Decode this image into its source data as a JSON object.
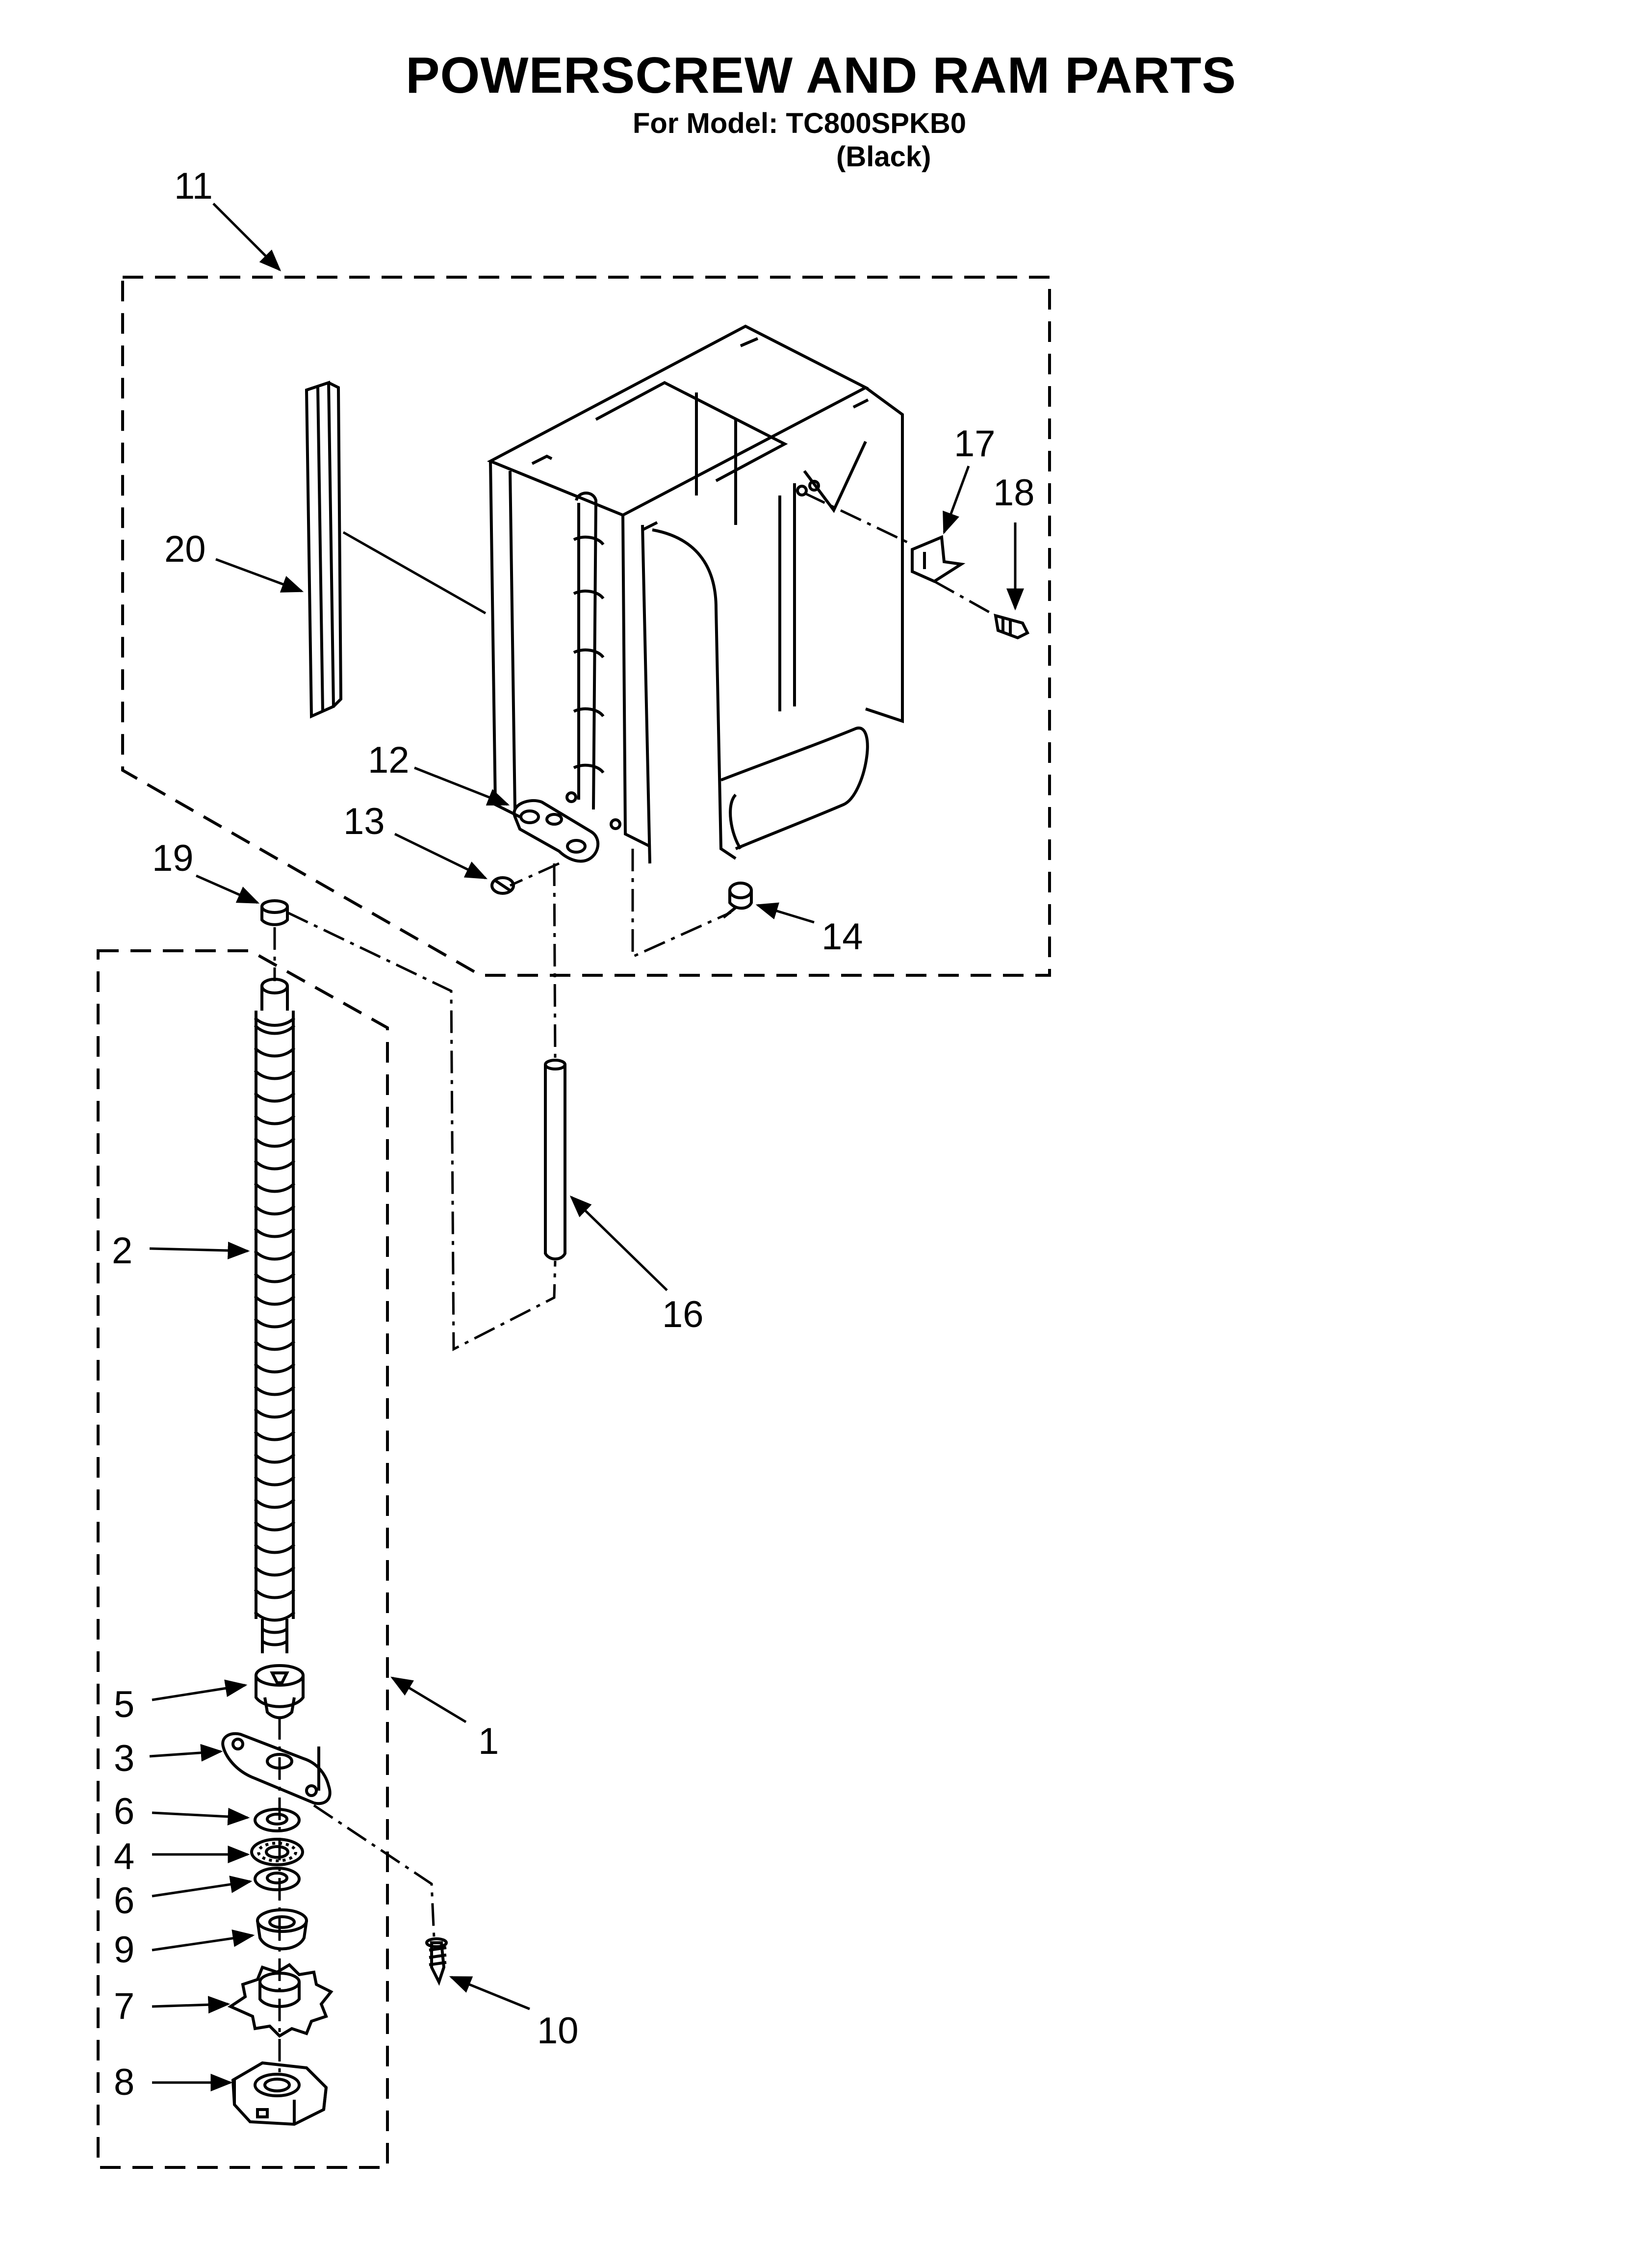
{
  "title": "POWERSCREW AND RAM PARTS",
  "model_line": "For Model: TC800SPKB0",
  "color_line": "(Black)",
  "callouts": [
    {
      "id": "11",
      "label": "11"
    },
    {
      "id": "20",
      "label": "20"
    },
    {
      "id": "17",
      "label": "17"
    },
    {
      "id": "18",
      "label": "18"
    },
    {
      "id": "12",
      "label": "12"
    },
    {
      "id": "13",
      "label": "13"
    },
    {
      "id": "19",
      "label": "19"
    },
    {
      "id": "14",
      "label": "14"
    },
    {
      "id": "16",
      "label": "16"
    },
    {
      "id": "2",
      "label": "2"
    },
    {
      "id": "5",
      "label": "5"
    },
    {
      "id": "1",
      "label": "1"
    },
    {
      "id": "3",
      "label": "3"
    },
    {
      "id": "6a",
      "label": "6"
    },
    {
      "id": "4",
      "label": "4"
    },
    {
      "id": "6b",
      "label": "6"
    },
    {
      "id": "9",
      "label": "9"
    },
    {
      "id": "7",
      "label": "7"
    },
    {
      "id": "10",
      "label": "10"
    },
    {
      "id": "8",
      "label": "8"
    }
  ]
}
